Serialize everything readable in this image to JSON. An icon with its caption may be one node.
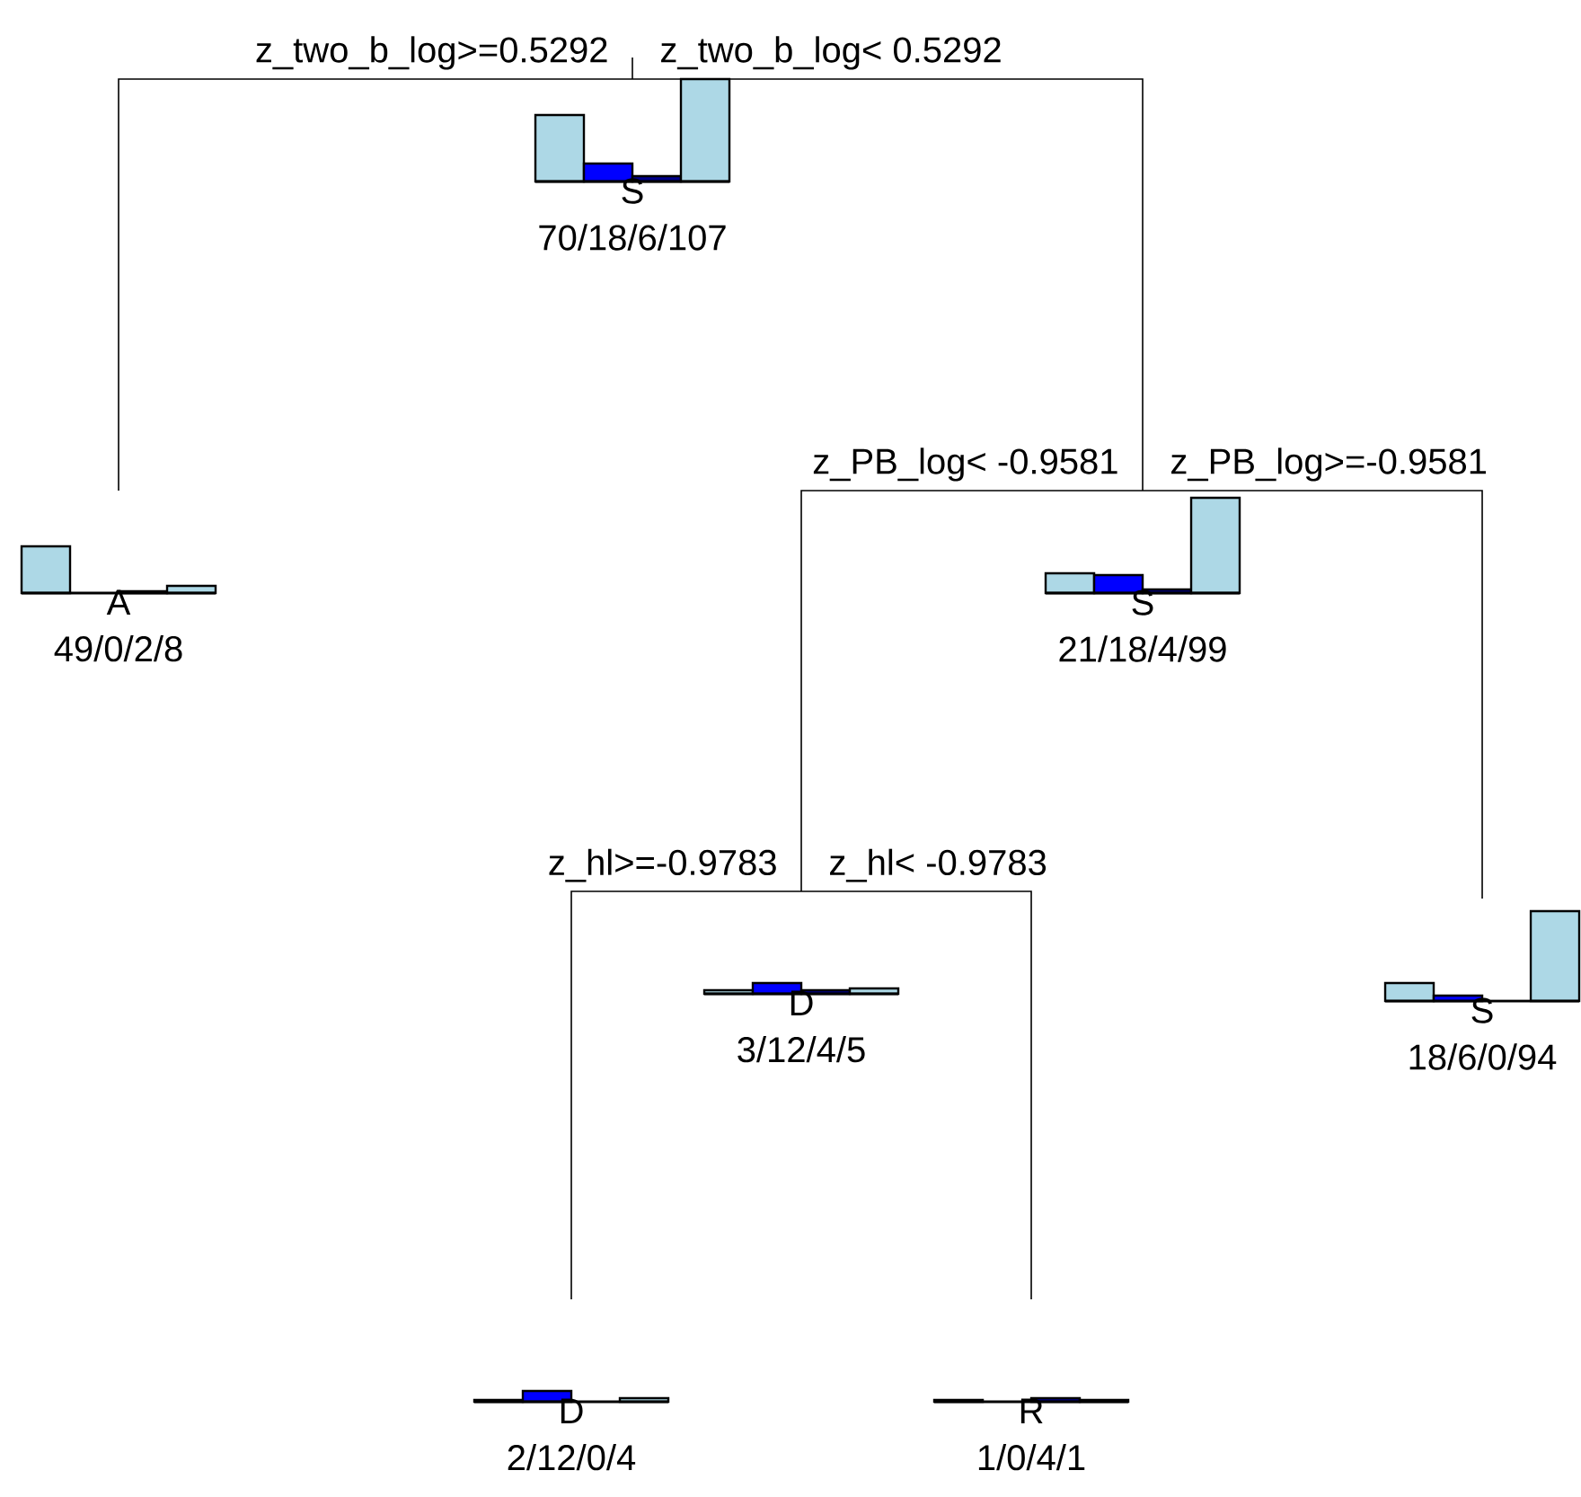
{
  "diagram": {
    "nodes": [
      {
        "text": [
          "S",
          "70/18/6/107"
        ]
      },
      {
        "text": [
          "A",
          "49/0/2/8"
        ]
      },
      {
        "text": [
          "S",
          "21/18/4/99"
        ]
      },
      {
        "text": [
          "D",
          "3/12/4/5"
        ]
      },
      {
        "text": [
          "S",
          "18/6/0/94"
        ]
      },
      {
        "text": [
          "D",
          "2/12/0/4"
        ]
      },
      {
        "text": [
          "R",
          "1/0/4/1"
        ]
      }
    ],
    "edges": [
      {
        "from": 0,
        "to": 1,
        "arrow": "none",
        "label": "z_two_b_log>=0.5292"
      },
      {
        "from": 0,
        "to": 2,
        "arrow": "none",
        "label": "z_two_b_log< 0.5292"
      },
      {
        "from": 2,
        "to": 3,
        "arrow": "none",
        "label": "z_PB_log< -0.9581"
      },
      {
        "from": 2,
        "to": 4,
        "arrow": "none",
        "label": "z_PB_log>=-0.9581"
      },
      {
        "from": 3,
        "to": 5,
        "arrow": "none",
        "label": "z_hl>=-0.9783"
      },
      {
        "from": 3,
        "to": 6,
        "arrow": "none",
        "label": "z_hl< -0.9783"
      }
    ]
  }
}
